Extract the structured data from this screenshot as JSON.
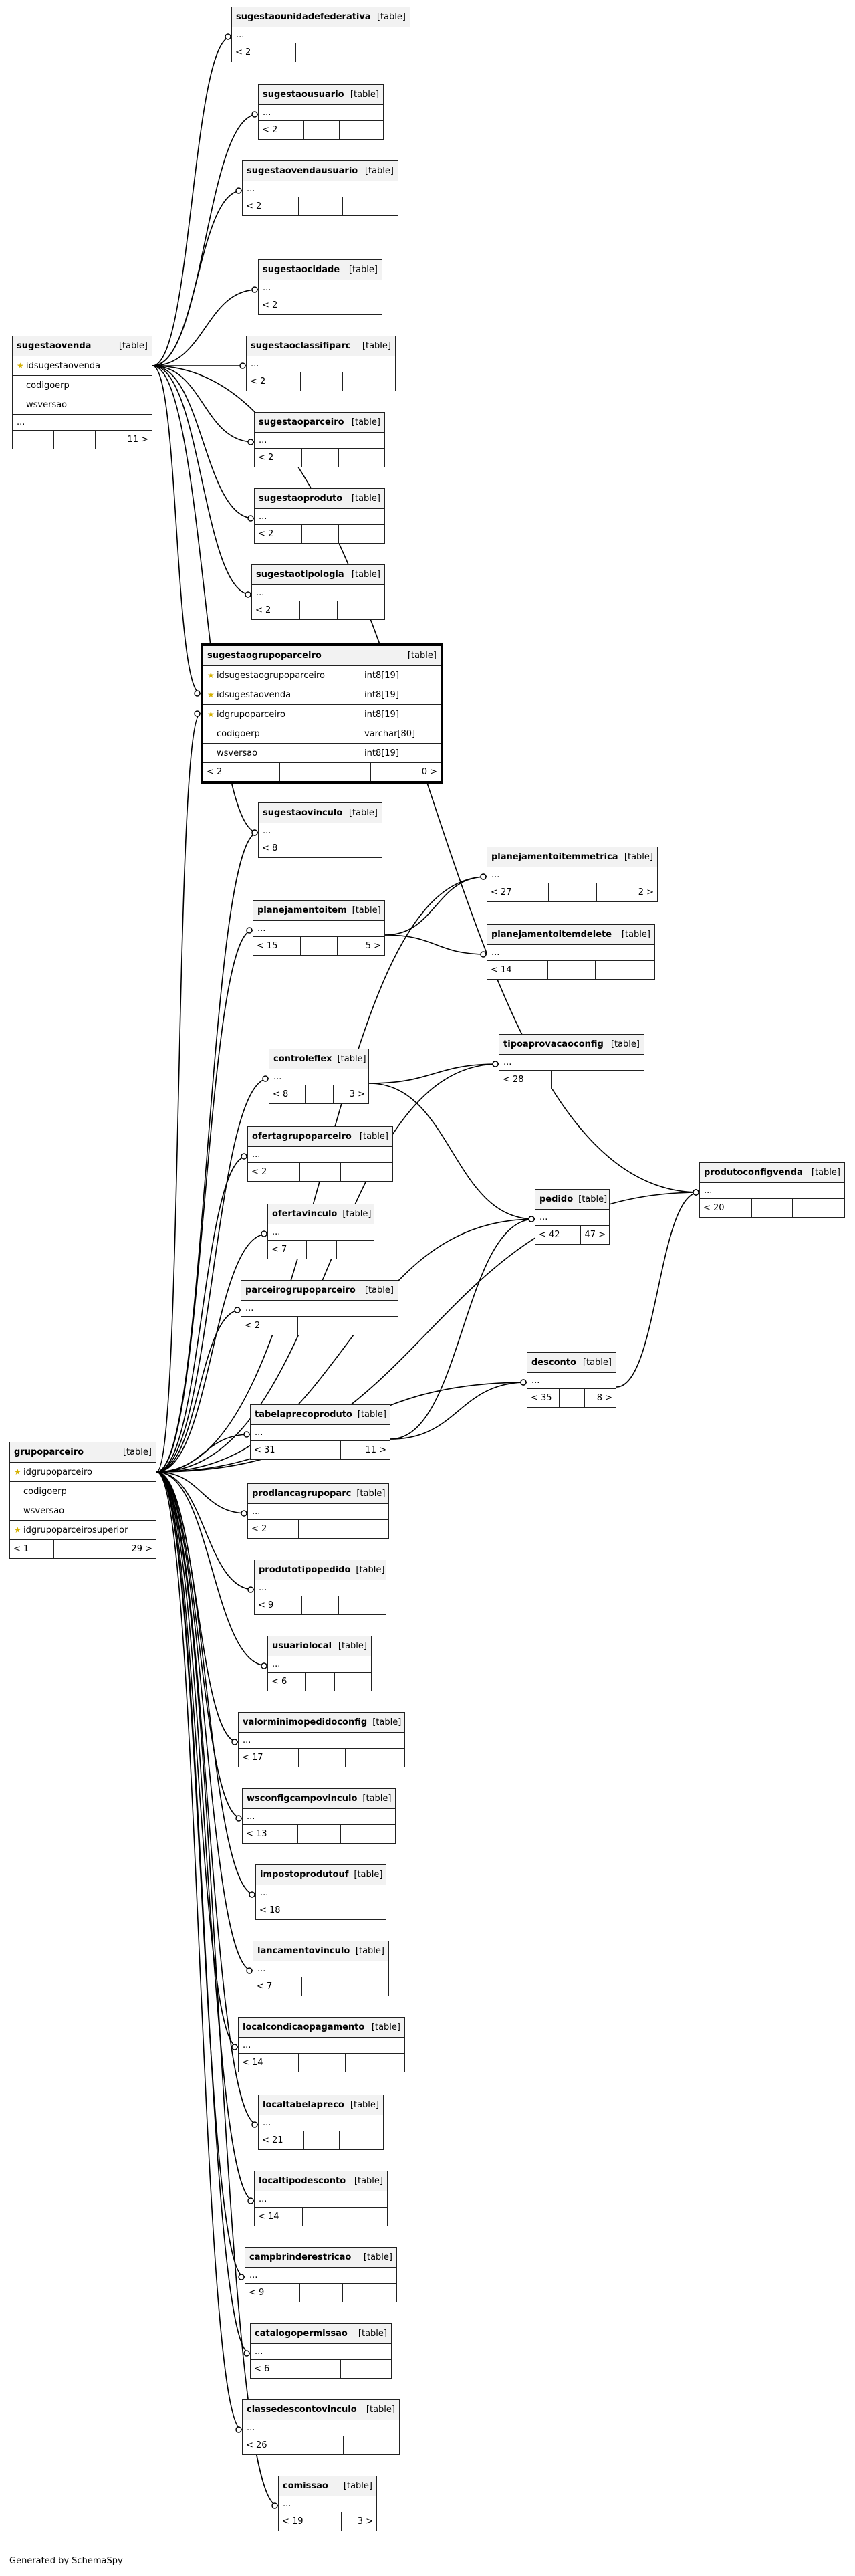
{
  "footer_text": "Generated by SchemaSpy",
  "type_label": "[table]",
  "more_label": "...",
  "focus_table": {
    "name": "sugestaogrupoparceiro",
    "columns": [
      {
        "name": "idsugestaogrupoparceiro",
        "type": "int8[19]",
        "key": true
      },
      {
        "name": "idsugestaovenda",
        "type": "int8[19]",
        "key": true
      },
      {
        "name": "idgrupoparceiro",
        "type": "int8[19]",
        "key": true
      },
      {
        "name": "codigoerp",
        "type": "varchar[80]",
        "key": false
      },
      {
        "name": "wsversao",
        "type": "int8[19]",
        "key": false
      }
    ],
    "parents": "< 2",
    "children": "0 >"
  },
  "tables": [
    {
      "id": "sugestaounidadefederativa",
      "name": "sugestaounidadefederativa",
      "parents": "< 2",
      "children": ""
    },
    {
      "id": "sugestaousuario",
      "name": "sugestaousuario",
      "parents": "< 2",
      "children": ""
    },
    {
      "id": "sugestaovendausuario",
      "name": "sugestaovendausuario",
      "parents": "< 2",
      "children": ""
    },
    {
      "id": "sugestaocidade",
      "name": "sugestaocidade",
      "parents": "< 2",
      "children": ""
    },
    {
      "id": "sugestaoclassifiparc",
      "name": "sugestaoclassifiparc",
      "parents": "< 2",
      "children": ""
    },
    {
      "id": "sugestaoparceiro",
      "name": "sugestaoparceiro",
      "parents": "< 2",
      "children": ""
    },
    {
      "id": "sugestaoproduto",
      "name": "sugestaoproduto",
      "parents": "< 2",
      "children": ""
    },
    {
      "id": "sugestaotipologia",
      "name": "sugestaotipologia",
      "parents": "< 2",
      "children": ""
    },
    {
      "id": "sugestaovinculo",
      "name": "sugestaovinculo",
      "parents": "< 8",
      "children": ""
    },
    {
      "id": "planejamentoitemmetrica",
      "name": "planejamentoitemmetrica",
      "parents": "< 27",
      "children": "2 >"
    },
    {
      "id": "planejamentoitem",
      "name": "planejamentoitem",
      "parents": "< 15",
      "children": "5 >"
    },
    {
      "id": "planejamentoitemdelete",
      "name": "planejamentoitemdelete",
      "parents": "< 14",
      "children": ""
    },
    {
      "id": "controleflex",
      "name": "controleflex",
      "parents": "< 8",
      "children": "3 >"
    },
    {
      "id": "tipoaprovacaoconfig",
      "name": "tipoaprovacaoconfig",
      "parents": "< 28",
      "children": ""
    },
    {
      "id": "ofertagrupoparceiro",
      "name": "ofertagrupoparceiro",
      "parents": "< 2",
      "children": ""
    },
    {
      "id": "produtoconfigvenda",
      "name": "produtoconfigvenda",
      "parents": "< 20",
      "children": ""
    },
    {
      "id": "ofertavinculo",
      "name": "ofertavinculo",
      "parents": "< 7",
      "children": ""
    },
    {
      "id": "pedido",
      "name": "pedido",
      "parents": "< 42",
      "children": "47 >"
    },
    {
      "id": "parceirogrupoparceiro",
      "name": "parceirogrupoparceiro",
      "parents": "< 2",
      "children": ""
    },
    {
      "id": "desconto",
      "name": "desconto",
      "parents": "< 35",
      "children": "8 >"
    },
    {
      "id": "tabelaprecoproduto",
      "name": "tabelaprecoproduto",
      "parents": "< 31",
      "children": "11 >"
    },
    {
      "id": "prodlancagrupoparc",
      "name": "prodlancagrupoparc",
      "parents": "< 2",
      "children": ""
    },
    {
      "id": "produtotipopedido",
      "name": "produtotipopedido",
      "parents": "< 9",
      "children": ""
    },
    {
      "id": "usuariolocal",
      "name": "usuariolocal",
      "parents": "< 6",
      "children": ""
    },
    {
      "id": "valorminimopedidoconfig",
      "name": "valorminimopedidoconfig",
      "parents": "< 17",
      "children": ""
    },
    {
      "id": "wsconfigcampovinculo",
      "name": "wsconfigcampovinculo",
      "parents": "< 13",
      "children": ""
    },
    {
      "id": "impostoprodutouf",
      "name": "impostoprodutouf",
      "parents": "< 18",
      "children": ""
    },
    {
      "id": "lancamentovinculo",
      "name": "lancamentovinculo",
      "parents": "< 7",
      "children": ""
    },
    {
      "id": "localcondicaopagamento",
      "name": "localcondicaopagamento",
      "parents": "< 14",
      "children": ""
    },
    {
      "id": "localtabelapreco",
      "name": "localtabelapreco",
      "parents": "< 21",
      "children": ""
    },
    {
      "id": "localtipodesconto",
      "name": "localtipodesconto",
      "parents": "< 14",
      "children": ""
    },
    {
      "id": "campbrinderestricao",
      "name": "campbrinderestricao",
      "parents": "< 9",
      "children": ""
    },
    {
      "id": "catalogopermissao",
      "name": "catalogopermissao",
      "parents": "< 6",
      "children": ""
    },
    {
      "id": "classedescontovinculo",
      "name": "classedescontovinculo",
      "parents": "< 26",
      "children": ""
    },
    {
      "id": "comissao",
      "name": "comissao",
      "parents": "< 19",
      "children": "3 >"
    }
  ],
  "sugestaovenda": {
    "name": "sugestaovenda",
    "columns": [
      {
        "name": "idsugestaovenda",
        "key": true
      },
      {
        "name": "codigoerp",
        "key": false
      },
      {
        "name": "wsversao",
        "key": false
      }
    ],
    "parents": "",
    "children": "11 >"
  },
  "grupoparceiro": {
    "name": "grupoparceiro",
    "columns": [
      {
        "name": "idgrupoparceiro",
        "key": true
      },
      {
        "name": "codigoerp",
        "key": false
      },
      {
        "name": "wsversao",
        "key": false
      },
      {
        "name": "idgrupoparceirosuperior",
        "key": true
      }
    ],
    "parents": "< 1",
    "children": "29 >"
  }
}
